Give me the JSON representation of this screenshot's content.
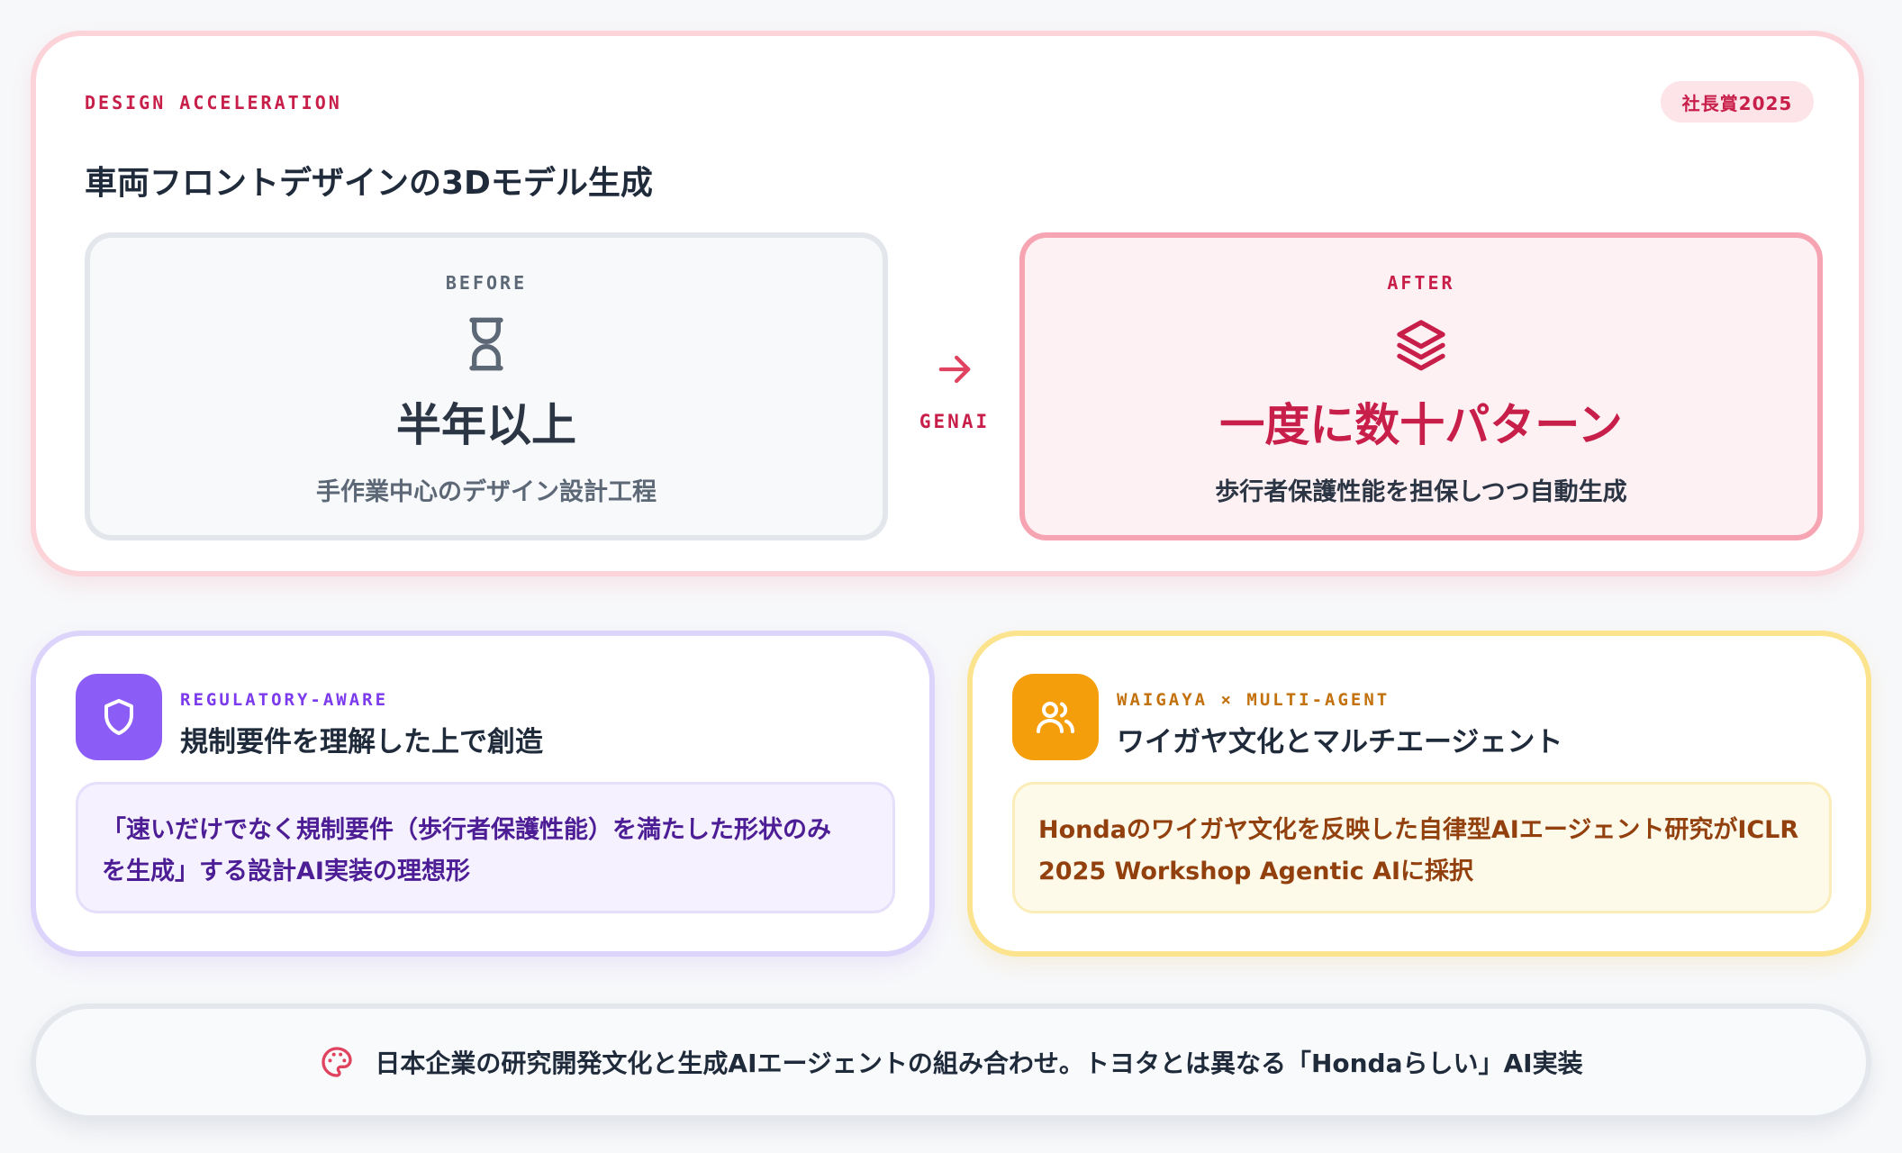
{
  "top_card": {
    "eyebrow": "DESIGN ACCELERATION",
    "award": "社長賞2025",
    "title": "車両フロントデザインの3Dモデル生成",
    "before": {
      "label": "BEFORE",
      "icon": "hourglass-icon",
      "headline": "半年以上",
      "sub": "手作業中心のデザイン設計工程"
    },
    "arrow": {
      "icon": "arrow-right-icon",
      "label": "GENAI"
    },
    "after": {
      "label": "AFTER",
      "icon": "layers-icon",
      "headline": "一度に数十パターン",
      "sub": "歩行者保護性能を担保しつつ自動生成"
    }
  },
  "regulatory_card": {
    "icon": "shield-icon",
    "eyebrow": "REGULATORY-AWARE",
    "title": "規制要件を理解した上で創造",
    "quote_line1": "「速いだけでなく規制要件（歩行者保護性能）を満たした形状のみ",
    "quote_line2": "を生成」する設計AI実装の理想形"
  },
  "waigaya_card": {
    "icon": "users-icon",
    "eyebrow": "WAIGAYA × MULTI-AGENT",
    "title": "ワイガヤ文化とマルチエージェント",
    "quote_line1": "Hondaのワイガヤ文化を反映した自律型AIエージェント研究がICLR",
    "quote_line2": "2025 Workshop Agentic AIに採択"
  },
  "banner": {
    "icon": "palette-icon",
    "text": "日本企業の研究開発文化と生成AIエージェントの組み合わせ。トヨタとは異なる「Hondaらしい」AI実装"
  },
  "colors": {
    "accent_red": "#c81e4a",
    "accent_purple": "#8b5cf6",
    "accent_amber": "#f59e0b",
    "text_dark": "#1f2a3a",
    "text_gray": "#5d6877"
  }
}
